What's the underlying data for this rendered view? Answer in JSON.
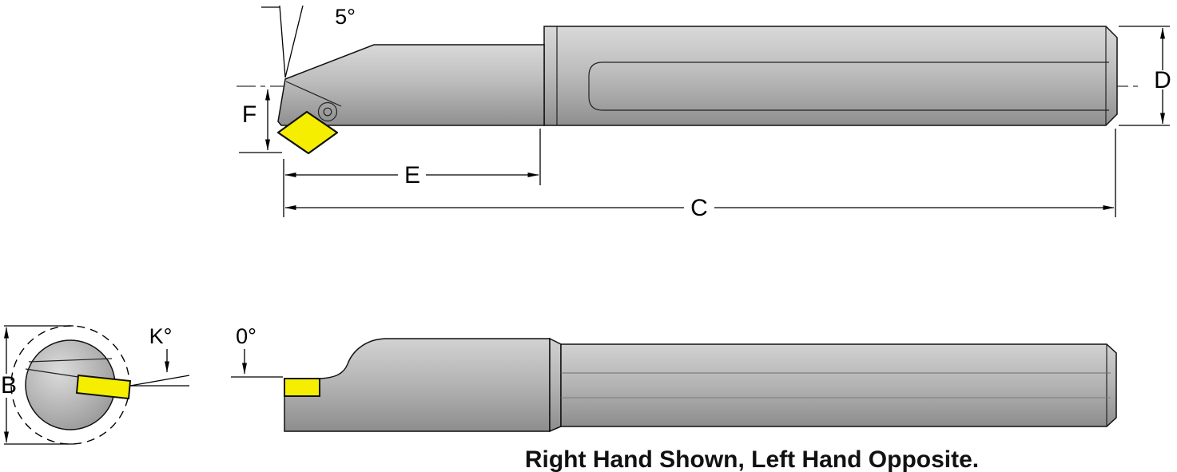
{
  "diagram": {
    "caption": "Right Hand Shown, Left Hand Opposite.",
    "labels": {
      "lead_angle": "5°",
      "dim_f": "F",
      "dim_e": "E",
      "dim_c": "C",
      "dim_d": "D",
      "dim_b": "B",
      "angle_k": "K°",
      "angle_zero": "0°"
    },
    "colors": {
      "insert": "#F6EE00",
      "body_light": "#D9D9D9",
      "body_mid": "#B5B5B5",
      "body_dark": "#8E8E8E",
      "line": "#000000",
      "background": "#FFFFFF"
    }
  }
}
